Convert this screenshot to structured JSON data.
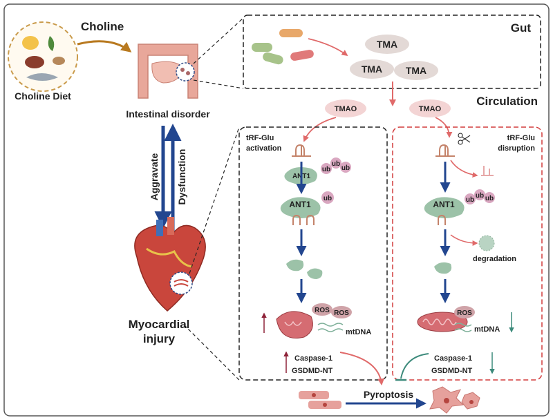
{
  "diet": {
    "title": "Choline",
    "label": "Choline Diet"
  },
  "intestine": {
    "label": "Intestinal disorder"
  },
  "heart": {
    "label_line1": "Myocardial",
    "label_line2": "injury"
  },
  "links": {
    "down": "Aggravate",
    "up": "Dysfunction"
  },
  "gut": {
    "title": "Gut",
    "tma": [
      "TMA",
      "TMA",
      "TMA"
    ]
  },
  "circulation": {
    "title": "Circulation",
    "tmao": [
      "TMAO",
      "TMAO"
    ]
  },
  "left_panel": {
    "title_line1": "tRF-Glu",
    "title_line2": "activation",
    "ant1": [
      "ANT1",
      "ANT1"
    ],
    "ub_a": [
      "ub",
      "ub",
      "ub"
    ],
    "ub_b": "ub",
    "ros": [
      "ROS",
      "ROS"
    ],
    "mtdna": "mtDNA",
    "caspase": "Caspase-1",
    "gsdmd": "GSDMD-NT"
  },
  "right_panel": {
    "title_line1": "tRF-Glu",
    "title_line2": "disruption",
    "ant1": "ANT1",
    "ub": [
      "ub",
      "ub",
      "ub"
    ],
    "degradation": "degradation",
    "ros": "ROS",
    "mtdna": "mtDNA",
    "caspase": "Caspase-1",
    "gsdmd": "GSDMD-NT"
  },
  "outcome": {
    "label": "Pyroptosis"
  },
  "colors": {
    "blue_arrow": "#22468f",
    "gold_arrow": "#b8791f",
    "red_arrow": "#e06a6a",
    "left_border": "#222222",
    "right_border": "#d23b3b",
    "green_protein": "#9cc2a8",
    "tma_blob": "#e3d9d6",
    "tmao_blob": "#f3d4d4",
    "ros_blob": "#cfa3a8",
    "up_arrow": "#8e2238",
    "down_arrow": "#3c8a7b"
  }
}
